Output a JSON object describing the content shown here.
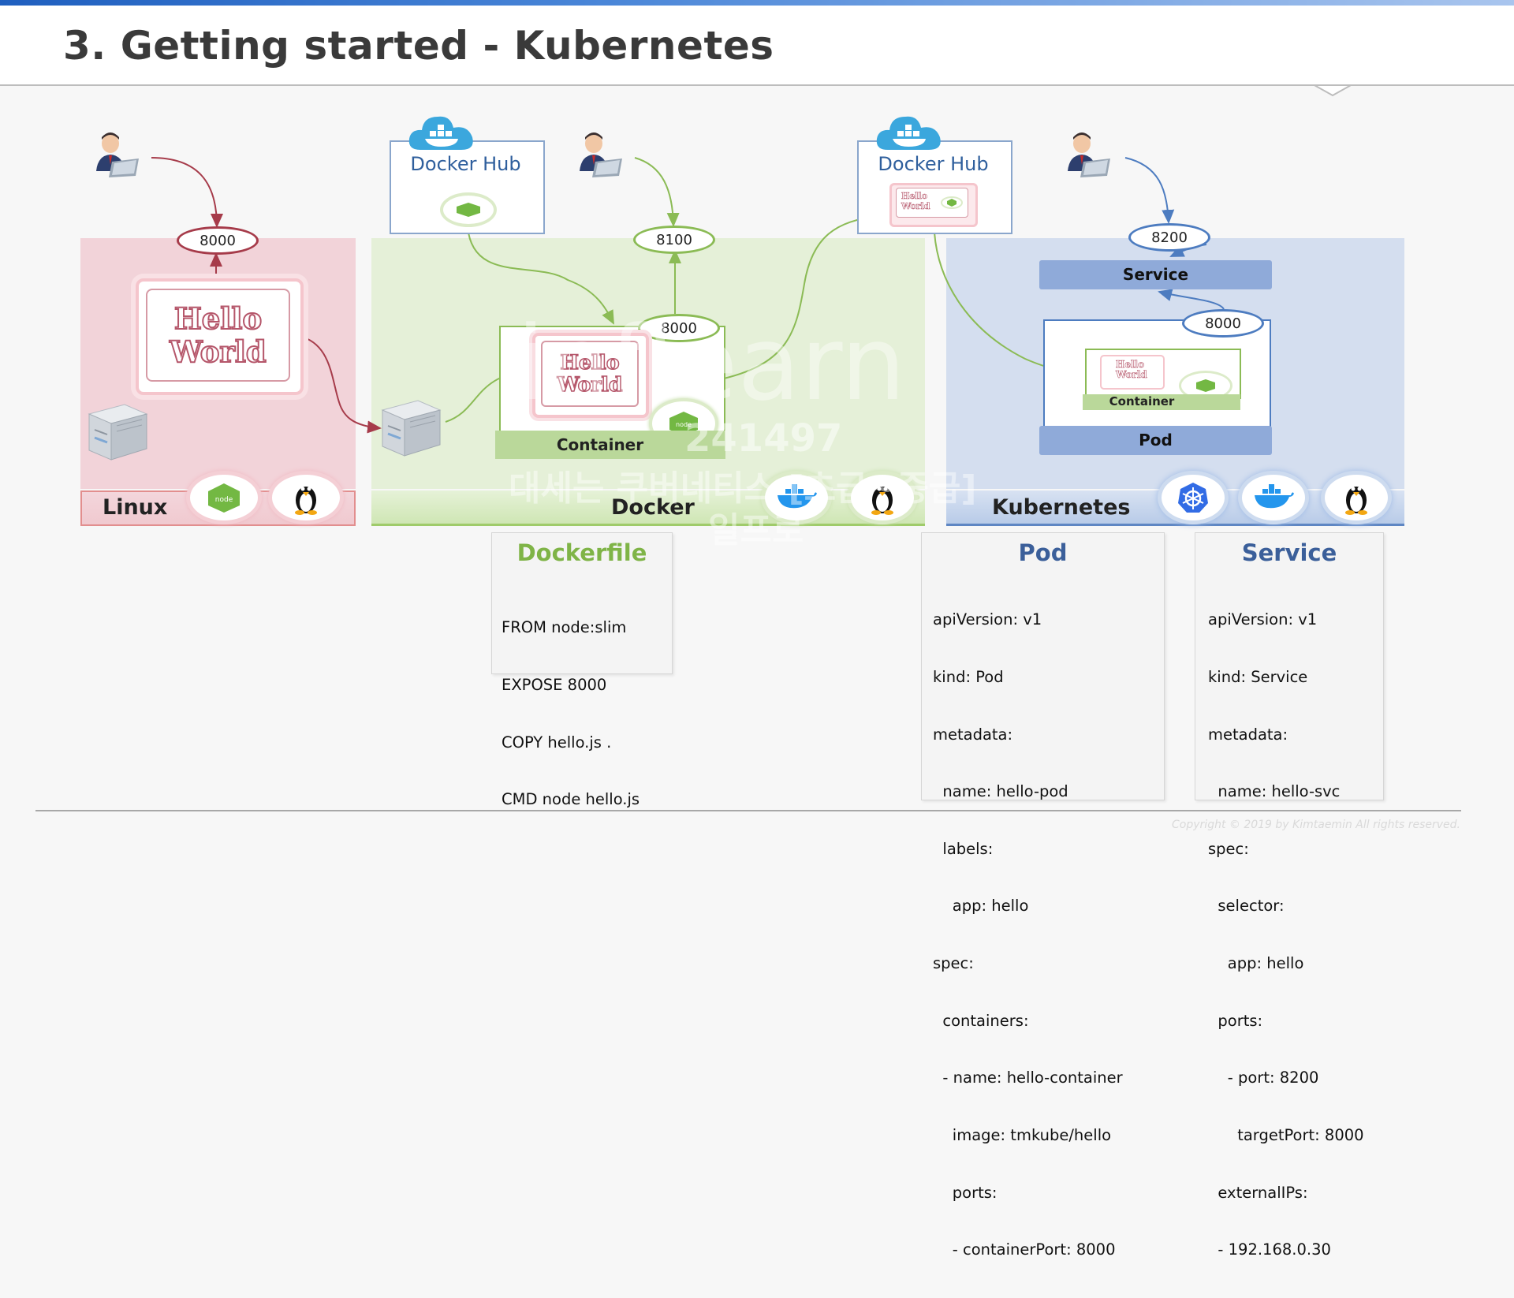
{
  "slide": {
    "title": "3. Getting started - Kubernetes"
  },
  "linux": {
    "bar_label": "Linux",
    "port": "8000",
    "hello": [
      "Hello",
      "World"
    ]
  },
  "docker": {
    "bar_label": "Docker",
    "hub_label": "Docker Hub",
    "host_port": "8100",
    "container_port": "8000",
    "container_label": "Container",
    "hello": [
      "Hello",
      "World"
    ]
  },
  "kubernetes": {
    "bar_label": "Kubernetes",
    "hub_label": "Docker Hub",
    "hub_hello": [
      "Hello",
      "World"
    ],
    "service_port": "8200",
    "service_label": "Service",
    "pod_port": "8000",
    "container_label": "Container",
    "pod_label": "Pod",
    "hello": [
      "Hello",
      "World"
    ]
  },
  "dockerfile": {
    "title": "Dockerfile",
    "lines": [
      "FROM node:slim",
      "EXPOSE 8000",
      "COPY hello.js .",
      "CMD node hello.js"
    ]
  },
  "pod_yaml": {
    "title": "Pod",
    "lines": [
      "apiVersion: v1",
      "kind: Pod",
      "metadata:",
      "  name: hello-pod",
      "  labels:",
      "    app: hello",
      "spec:",
      "  containers:",
      "  - name: hello-container",
      "    image: tmkube/hello",
      "    ports:",
      "    - containerPort: 8000"
    ]
  },
  "service_yaml": {
    "title": "Service",
    "lines": [
      "apiVersion: v1",
      "kind: Service",
      "metadata:",
      "  name: hello-svc",
      "spec:",
      "  selector:",
      "    app: hello",
      "  ports:",
      "    - port: 8200",
      "      targetPort: 8000",
      "  externalIPs:",
      "  - 192.168.0.30"
    ]
  },
  "footer": {
    "copyright": "Copyright © 2019 by Kimtaemin All rights reserved."
  },
  "watermark": {
    "brand": "inflearn",
    "code": "241497",
    "course": "대세는 쿠버네티스 [초급~중급]",
    "name": "일프로"
  },
  "icon_names": [
    "user-laptop-icon",
    "docker-cloud-icon",
    "nodejs-icon",
    "linux-tux-icon",
    "docker-whale-icon",
    "kubernetes-helm-icon",
    "server-icon"
  ],
  "colors": {
    "linux_panel": "#f2d3d9",
    "linux_accent": "#c0475a",
    "docker_panel": "#e5f0d8",
    "docker_accent": "#8fbf5a",
    "k8s_panel": "#d4deef",
    "k8s_accent": "#5e86c3",
    "pod_title": "#3b5f9a",
    "dockerfile_title": "#7fb447"
  }
}
